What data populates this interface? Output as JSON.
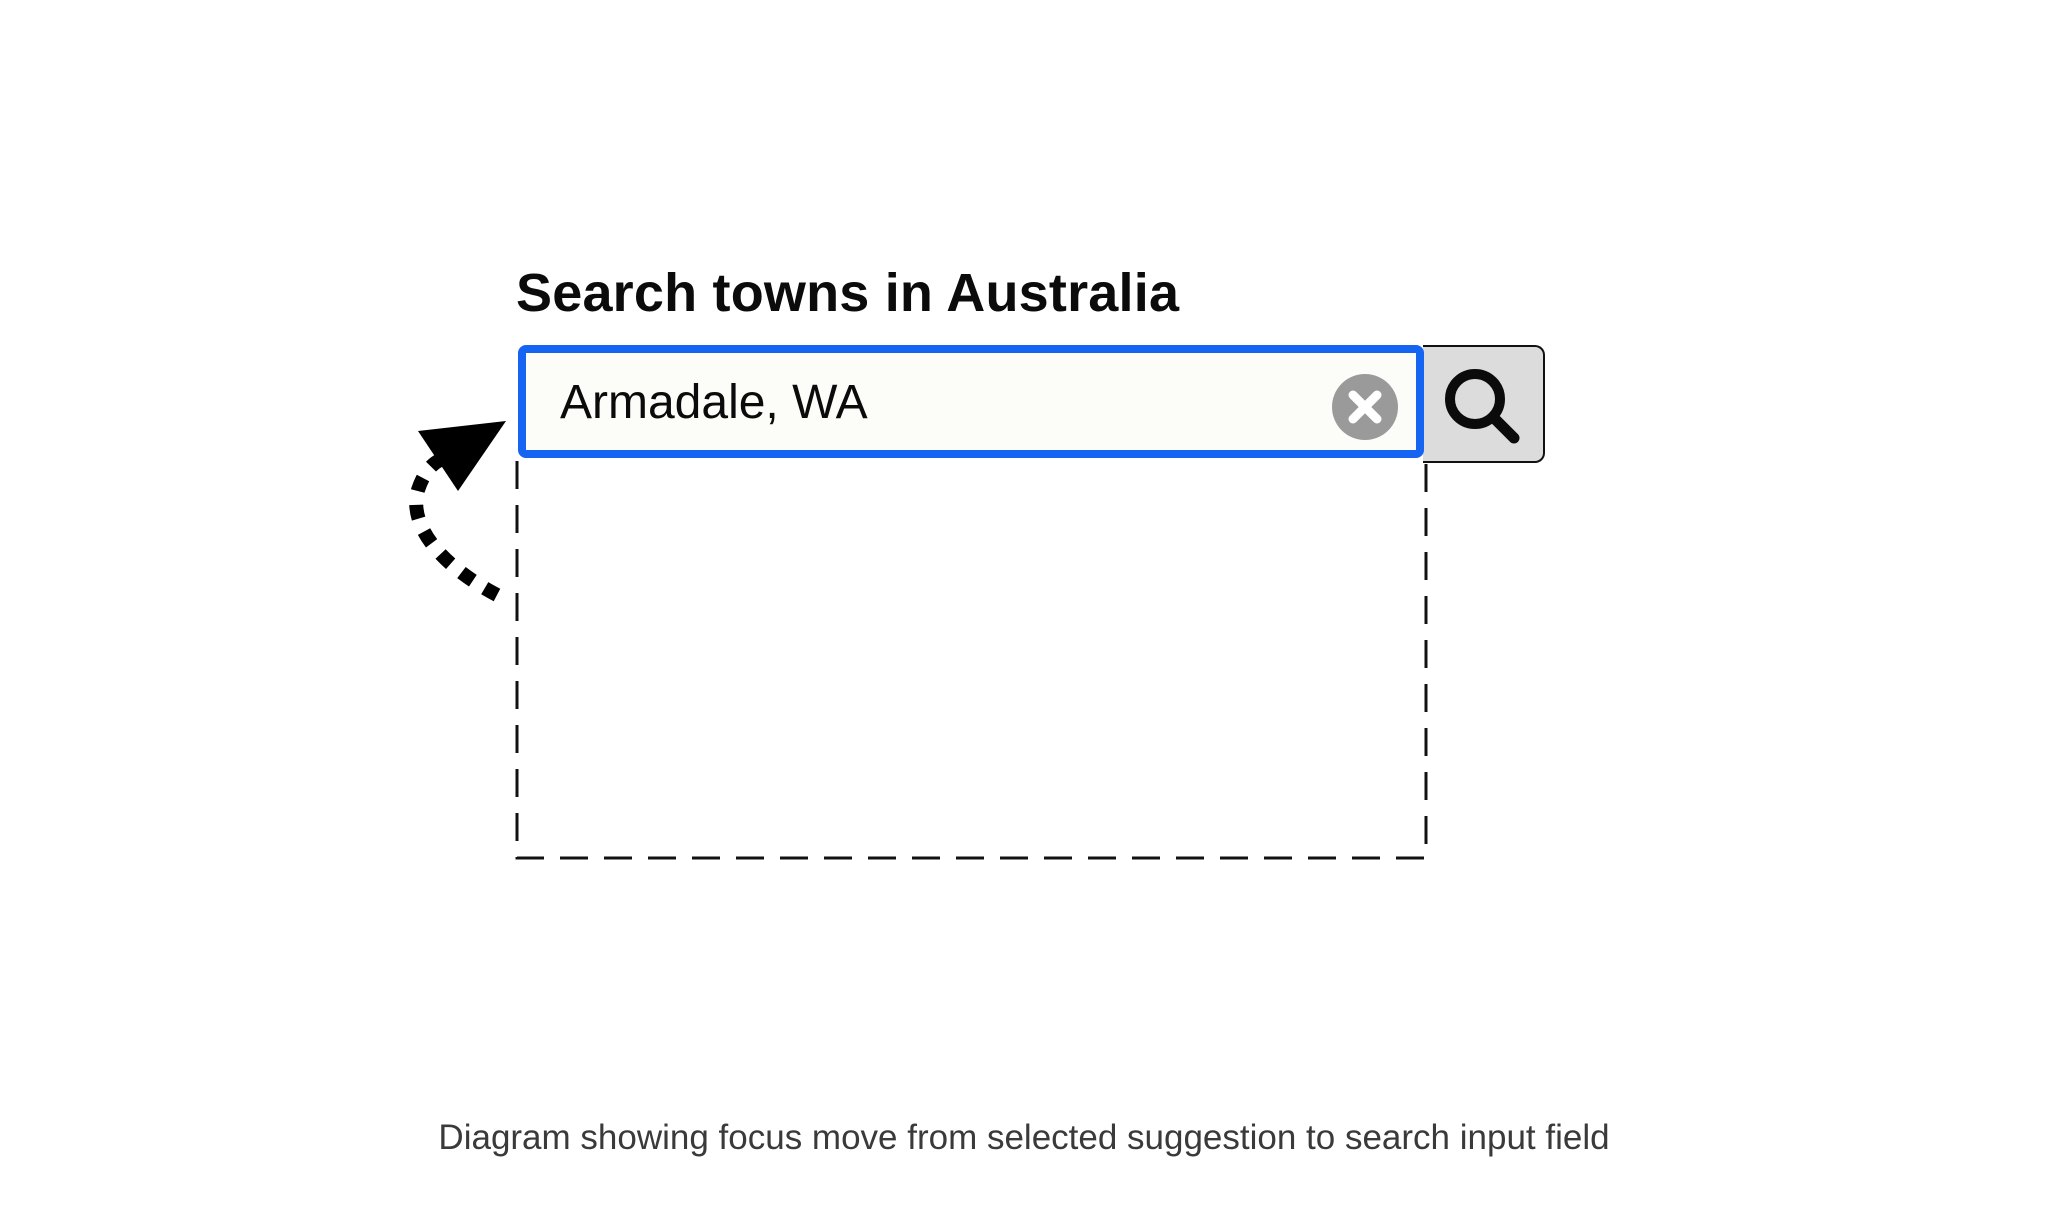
{
  "search": {
    "label": "Search towns in Australia",
    "value": "Armadale, WA",
    "clear_icon": "clear-x-circle-icon",
    "button_icon": "magnifying-glass-icon"
  },
  "colors": {
    "focus_outline": "#1565f2",
    "clear_icon": "#9a9a9a",
    "button_bg": "#dcdcdc"
  },
  "caption": "Diagram showing focus move from selected suggestion to search input field"
}
